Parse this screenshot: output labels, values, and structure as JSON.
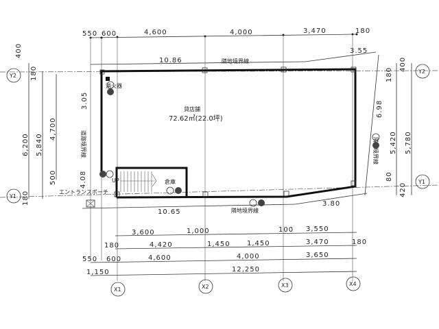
{
  "room": {
    "name": "貸店舗",
    "area": "72.62㎡(22.0坪)"
  },
  "labels": {
    "extinguisher": "消火器",
    "storage": "倉庫",
    "up": "UP",
    "entrance": "エントランスポーチ",
    "road_boundary": "道路境界線",
    "neighbor_top": "隣地境界線",
    "neighbor_right": "隣地境界線",
    "neighbor_bottom": "隣地境界線"
  },
  "grid": {
    "x": [
      "X1",
      "X2",
      "X3",
      "X4"
    ],
    "y": [
      "Y1",
      "Y2"
    ]
  },
  "dims_top": {
    "a": "550",
    "b": "600",
    "c": "4,600",
    "d": "4,000",
    "e": "3,470",
    "f": "180",
    "site_top": "10.86",
    "site_right_top": "3.55"
  },
  "dims_bottom": {
    "row1": [
      "3,600",
      "1,000",
      "100",
      "3,550"
    ],
    "row2": [
      "180",
      "4,420",
      "1,450",
      "1,450",
      "3,470",
      "180"
    ],
    "row3": [
      "550",
      "600",
      "4,600",
      "4,000",
      "3,650"
    ],
    "row4": [
      "1,150",
      "12,250"
    ],
    "site_bottom": "10.65",
    "site_bottom_right": "3.80"
  },
  "dims_left": {
    "a": "400",
    "b": "180",
    "c": "6,200",
    "d": "5,840",
    "e": "4,700",
    "f": "500",
    "g": "180",
    "road1": "3.05",
    "road2": "4.08"
  },
  "dims_right": {
    "a": "400",
    "b": "180",
    "c": "6.98",
    "d": "5,420",
    "e": "5,780",
    "f": "80",
    "g": "420"
  }
}
